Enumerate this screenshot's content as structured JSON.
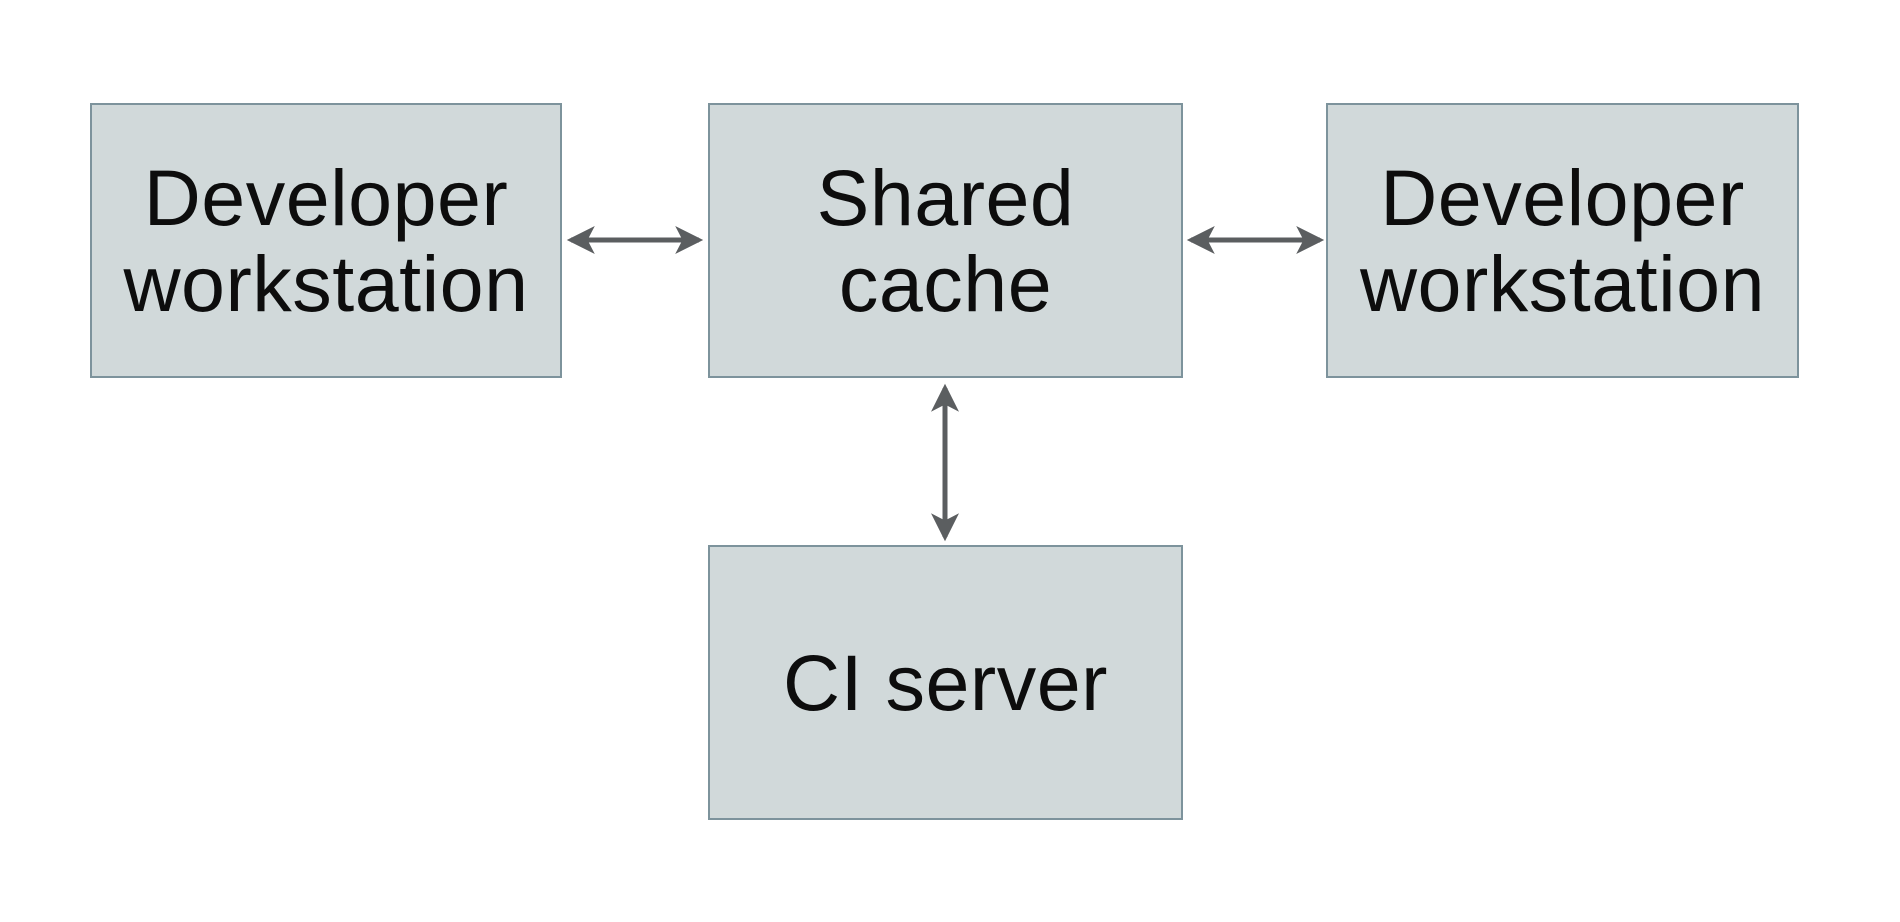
{
  "diagram": {
    "colors": {
      "background": "#ffffff",
      "node-fill": "#d1d9da",
      "node-border": "#7d939c",
      "arrow-color": "#5b5e60",
      "text-color": "#0d0d0d"
    },
    "nodes": [
      {
        "id": "developer-workstation-left",
        "label": "Developer workstation",
        "lines": [
          "Developer",
          "workstation"
        ]
      },
      {
        "id": "shared-cache",
        "label": "Shared cache",
        "lines": [
          "Shared",
          "cache"
        ]
      },
      {
        "id": "developer-workstation-right",
        "label": "Developer workstation",
        "lines": [
          "Developer",
          "workstation"
        ]
      },
      {
        "id": "ci-server",
        "label": "CI server",
        "lines": [
          "CI server"
        ]
      }
    ],
    "connections": [
      {
        "from": "Developer workstation (left)",
        "to": "Shared cache",
        "style": "double-headed-arrow",
        "orientation": "horizontal"
      },
      {
        "from": "Shared cache",
        "to": "Developer workstation (right)",
        "style": "double-headed-arrow",
        "orientation": "horizontal"
      },
      {
        "from": "Shared cache",
        "to": "CI server",
        "style": "double-headed-arrow",
        "orientation": "vertical"
      }
    ]
  }
}
